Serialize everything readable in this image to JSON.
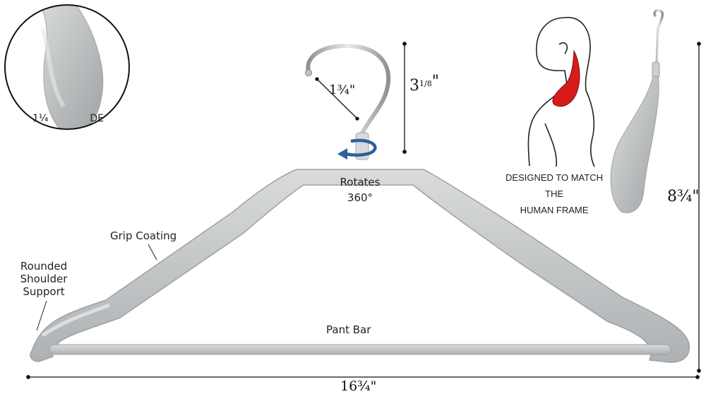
{
  "labels": {
    "rotates_line1": "Rotates",
    "rotates_line2": "360°",
    "grip_coating": "Grip Coating",
    "shoulder_line1": "Rounded",
    "shoulder_line2": "Shoulder",
    "shoulder_line3": "Support",
    "pant_bar": "Pant Bar",
    "human_frame_line1": "DESIGNED TO MATCH",
    "human_frame_line2": "THE",
    "human_frame_line3": "HUMAN FRAME",
    "inset_caption": "1¼",
    "inset_caption_tail": "DE"
  },
  "dimensions": {
    "hook_width": "1¾\"",
    "hook_height_main": "3",
    "hook_height_frac": "1/8",
    "hook_height_mark": "\"",
    "total_height": "8¾\"",
    "total_width": "16¾\""
  },
  "colors": {
    "hanger": "#c7c9ca",
    "hanger_edge": "#9ea1a3",
    "hook": "#b9bcbf",
    "rotate_arrow": "#2f5f9e",
    "accent_red": "#d81c1c"
  },
  "icons": {
    "rotation": "rotate-arrow-icon"
  }
}
